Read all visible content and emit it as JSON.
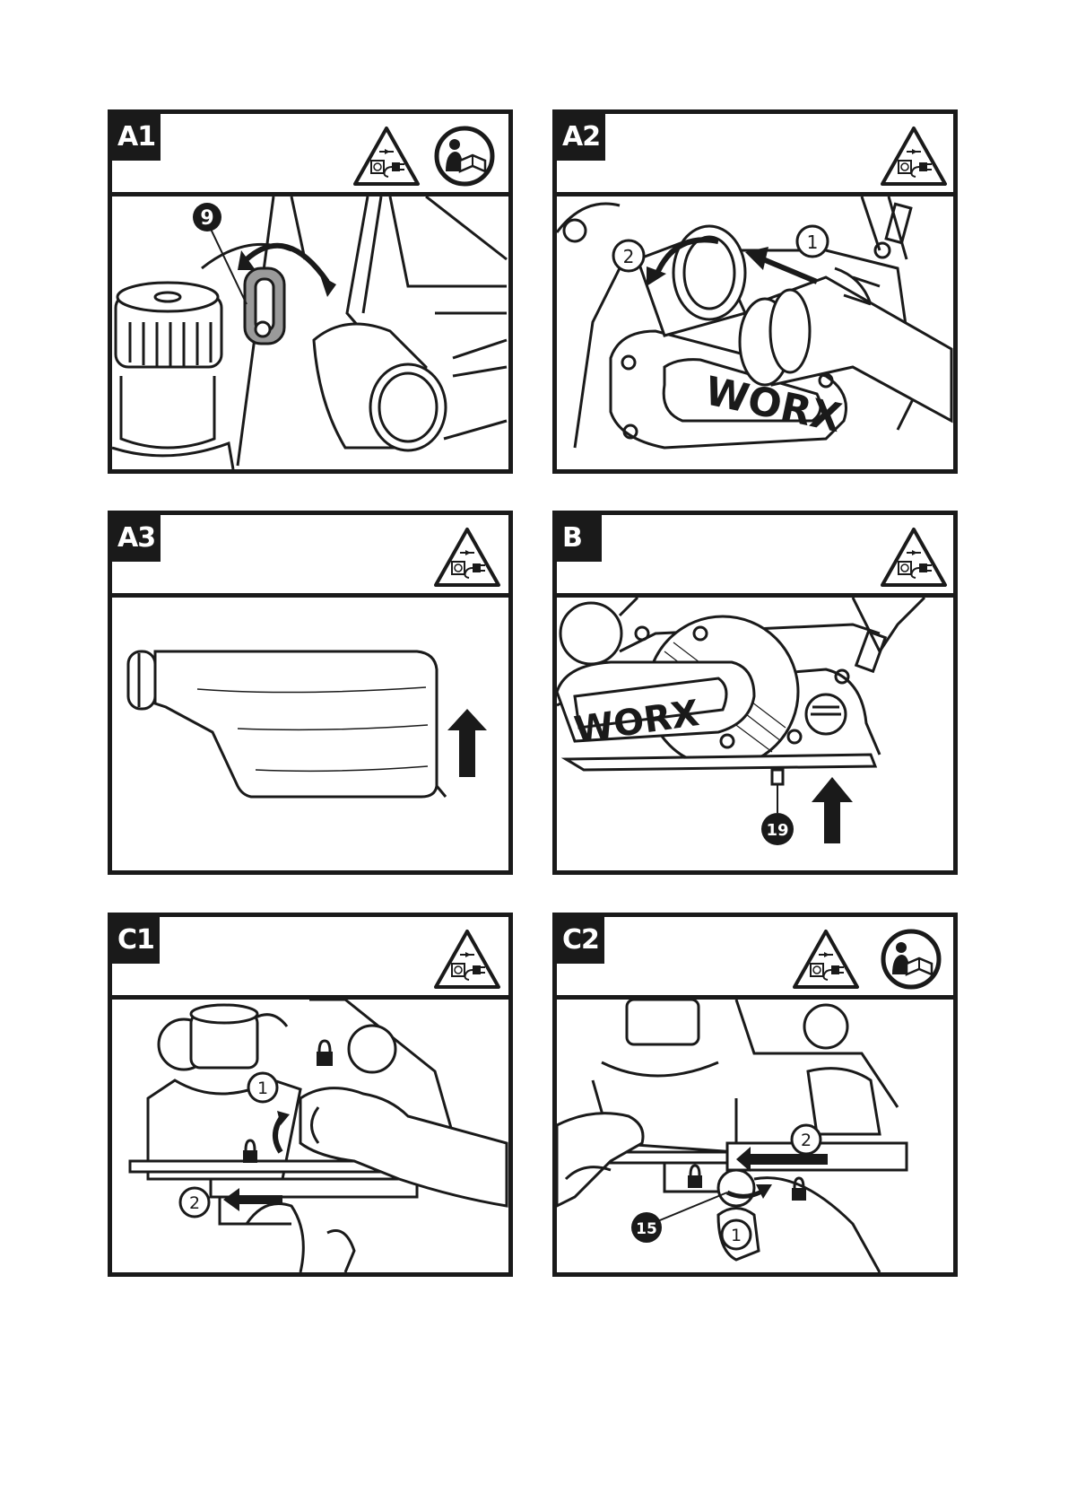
{
  "panels": [
    {
      "id": "A1",
      "label": "A1",
      "icons": [
        "unplug-warning-icon",
        "read-manual-icon"
      ],
      "callouts": [
        "9"
      ]
    },
    {
      "id": "A2",
      "label": "A2",
      "icons": [
        "unplug-warning-icon"
      ],
      "callouts": [
        "1",
        "2"
      ],
      "brand": "WORX"
    },
    {
      "id": "A3",
      "label": "A3",
      "icons": [
        "unplug-warning-icon"
      ],
      "callouts": []
    },
    {
      "id": "B",
      "label": "B",
      "icons": [
        "unplug-warning-icon"
      ],
      "callouts": [
        "19"
      ],
      "brand": "WORX"
    },
    {
      "id": "C1",
      "label": "C1",
      "icons": [
        "unplug-warning-icon"
      ],
      "callouts": [
        "1",
        "2"
      ]
    },
    {
      "id": "C2",
      "label": "C2",
      "icons": [
        "unplug-warning-icon",
        "read-manual-icon"
      ],
      "callouts": [
        "2",
        "15",
        "1"
      ]
    }
  ],
  "colors": {
    "ink": "#1a1a1a",
    "paper": "#ffffff"
  }
}
